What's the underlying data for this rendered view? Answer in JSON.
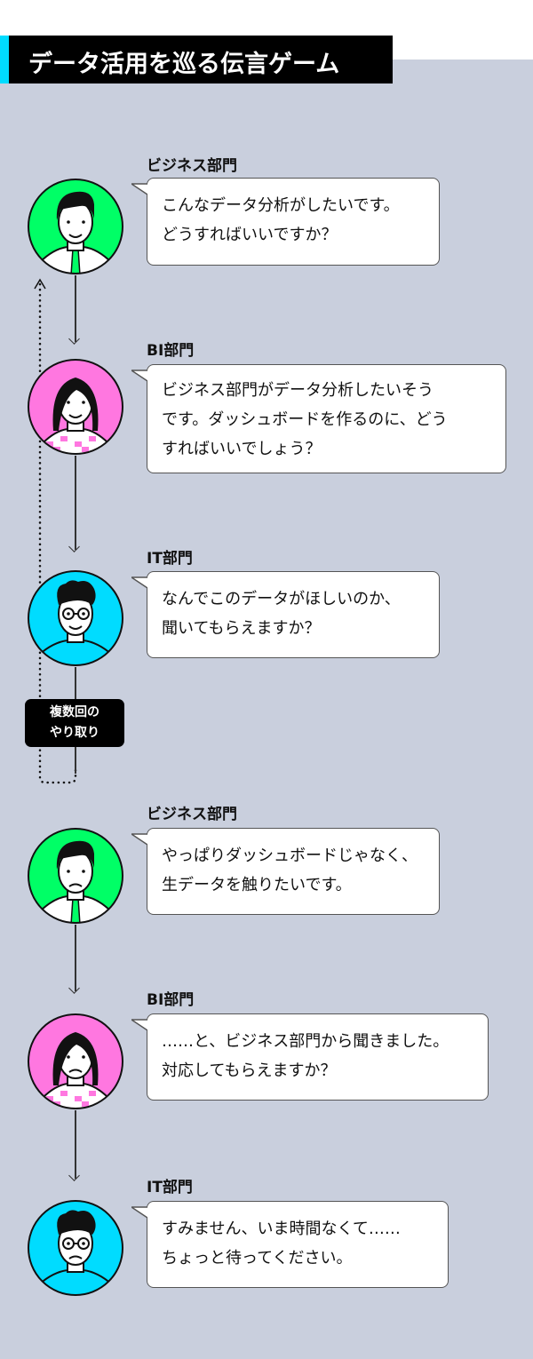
{
  "title": "データ活用を巡る伝言ゲーム",
  "colors": {
    "background": "#c9cfdd",
    "business": "#00ff66",
    "bi": "#ff77e0",
    "it": "#00dcff",
    "accent": "#00dcff"
  },
  "loop_tag": {
    "line1": "複数回の",
    "line2": "やり取り"
  },
  "steps": [
    {
      "speaker": "ビジネス部門",
      "message": "こんなデータ分析がしたいです。\nどうすればいいですか？"
    },
    {
      "speaker": "BI部門",
      "message": "ビジネス部門がデータ分析したいそう\nです。ダッシュボードを作るのに、どう\nすればいいでしょう？"
    },
    {
      "speaker": "IT部門",
      "message": "なんでこのデータがほしいのか、\n聞いてもらえますか？"
    },
    {
      "speaker": "ビジネス部門",
      "message": "やっぱりダッシュボードじゃなく、\n生データを触りたいです。"
    },
    {
      "speaker": "BI部門",
      "message": "……と、ビジネス部門から聞きました。\n対応してもらえますか？"
    },
    {
      "speaker": "IT部門",
      "message": "すみません、いま時間なくて……\nちょっと待ってください。"
    }
  ]
}
